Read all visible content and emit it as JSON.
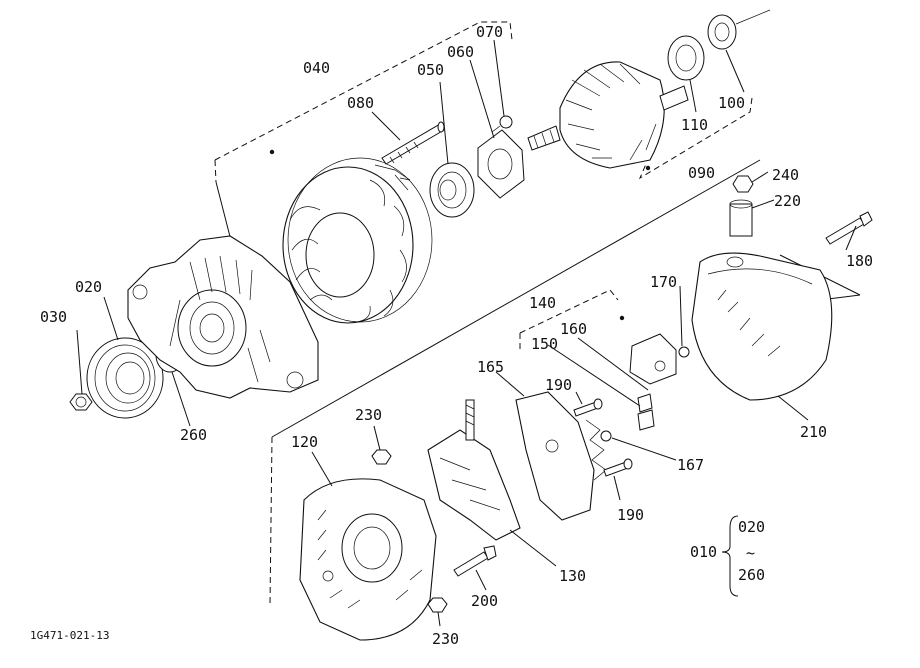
{
  "drawing_id": "1G471-021-13",
  "callouts": {
    "c040": "040",
    "c050": "050",
    "c060": "060",
    "c070": "070",
    "c080": "080",
    "c100": "100",
    "c110": "110",
    "c090": "090",
    "c240": "240",
    "c220": "220",
    "c180": "180",
    "c020": "020",
    "c030": "030",
    "c260": "260",
    "c140": "140",
    "c170": "170",
    "c160": "160",
    "c150": "150",
    "c165": "165",
    "c190a": "190",
    "c190b": "190",
    "c167": "167",
    "c230a": "230",
    "c230b": "230",
    "c120": "120",
    "c130": "130",
    "c200": "200",
    "c210": "210"
  },
  "group_note": {
    "ref": "010",
    "from": "020",
    "sym": "~",
    "to": "260"
  }
}
